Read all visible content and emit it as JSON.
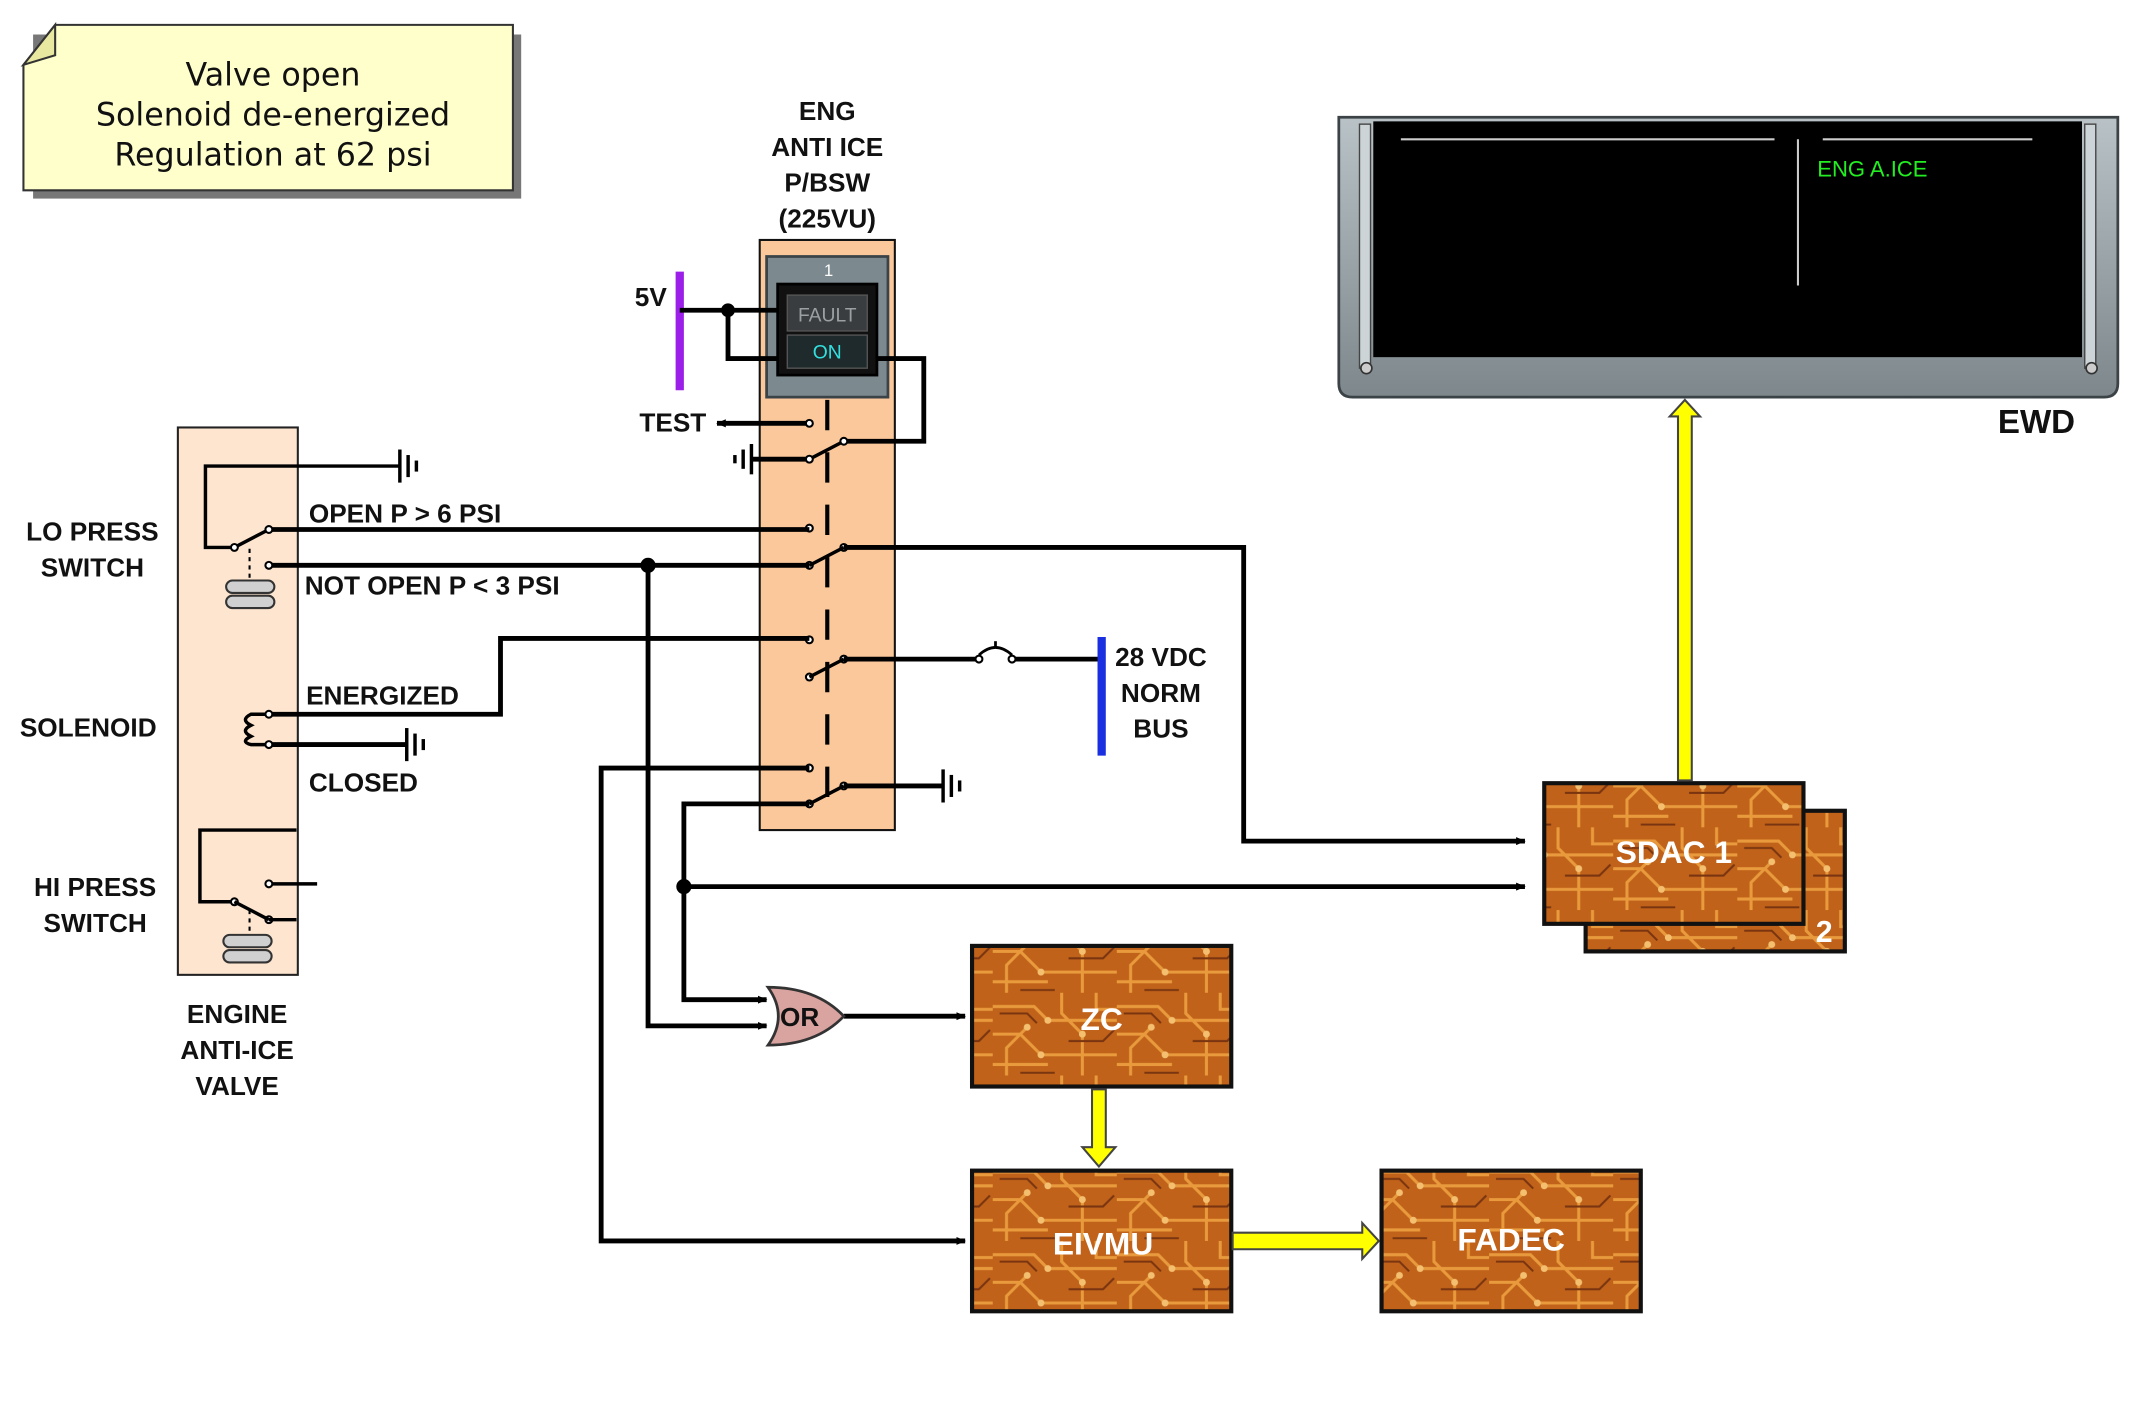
{
  "note": {
    "line1": "Valve open",
    "line2": "Solenoid de-energized",
    "line3": "Regulation at 62 psi"
  },
  "pushbutton": {
    "title_line1": "ENG",
    "title_line2": "ANTI ICE",
    "title_line3": "P/BSW",
    "title_line4": "(225VU)",
    "number": "1",
    "fault_label": "FAULT",
    "on_label": "ON",
    "supply_label": "5V",
    "test_label": "TEST"
  },
  "valve": {
    "lo_press_line1": "LO PRESS",
    "lo_press_line2": "SWITCH",
    "solenoid_label": "SOLENOID",
    "hi_press_line1": "HI PRESS",
    "hi_press_line2": "SWITCH",
    "caption_line1": "ENGINE",
    "caption_line2": "ANTI-ICE",
    "caption_line3": "VALVE",
    "open_label": "OPEN P > 6 PSI",
    "not_open_label": "NOT OPEN P < 3 PSI",
    "energized_label": "ENERGIZED",
    "closed_label": "CLOSED"
  },
  "bus": {
    "line1": "28 VDC",
    "line2": "NORM",
    "line3": "BUS"
  },
  "ewd": {
    "label": "EWD",
    "memo": "ENG A.ICE"
  },
  "computers": {
    "sdac1": "SDAC 1",
    "sdac2": "2",
    "zc": "ZC",
    "eivmu": "EIVMU",
    "fadec": "FADEC",
    "or_gate": "OR"
  },
  "colors": {
    "note_bg": "#ffffcc",
    "panel_bg": "#fbc89b",
    "valve_bg": "#fde5cf",
    "supply_5v": "#9b1fe8",
    "bus_28v": "#1a2fe0",
    "yellow_arrow": "#ffff00",
    "board_base": "#c0621a",
    "ewd_text": "#22ee22",
    "on_text": "#33e0e0"
  }
}
